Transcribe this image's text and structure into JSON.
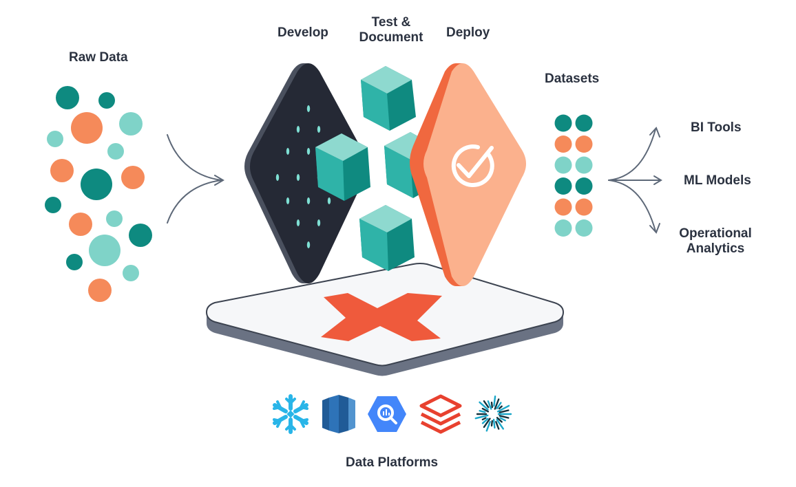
{
  "labels": {
    "raw_data": "Raw Data",
    "develop": "Develop",
    "test_document_line1": "Test &",
    "test_document_line2": "Document",
    "deploy": "Deploy",
    "datasets": "Datasets",
    "bi_tools": "BI Tools",
    "ml_models": "ML Models",
    "operational_analytics_line1": "Operational",
    "operational_analytics_line2": "Analytics",
    "data_platforms": "Data Platforms"
  },
  "colors": {
    "teal_dark": "#0e8a80",
    "teal_mid": "#2fb3a8",
    "teal_light": "#7fd3c8",
    "orange": "#f58a5a",
    "orange_light": "#fbb18d",
    "orange_dark": "#f0683f",
    "navy": "#2b2f3a",
    "text": "#2b3240",
    "arrow": "#5d6878",
    "brand_red": "#ef5a3c",
    "snowflake": "#29b5e8",
    "redshift": "#205b97",
    "bigquery": "#4386fa",
    "databricks": "#e8412f",
    "starburst": "#1aa7c9"
  },
  "icons": {
    "deploy_check": "check-circle-icon",
    "platform_logo": "dbt-logo-icon",
    "platforms": [
      "snowflake-icon",
      "redshift-icon",
      "bigquery-icon",
      "databricks-icon",
      "starburst-icon"
    ]
  }
}
